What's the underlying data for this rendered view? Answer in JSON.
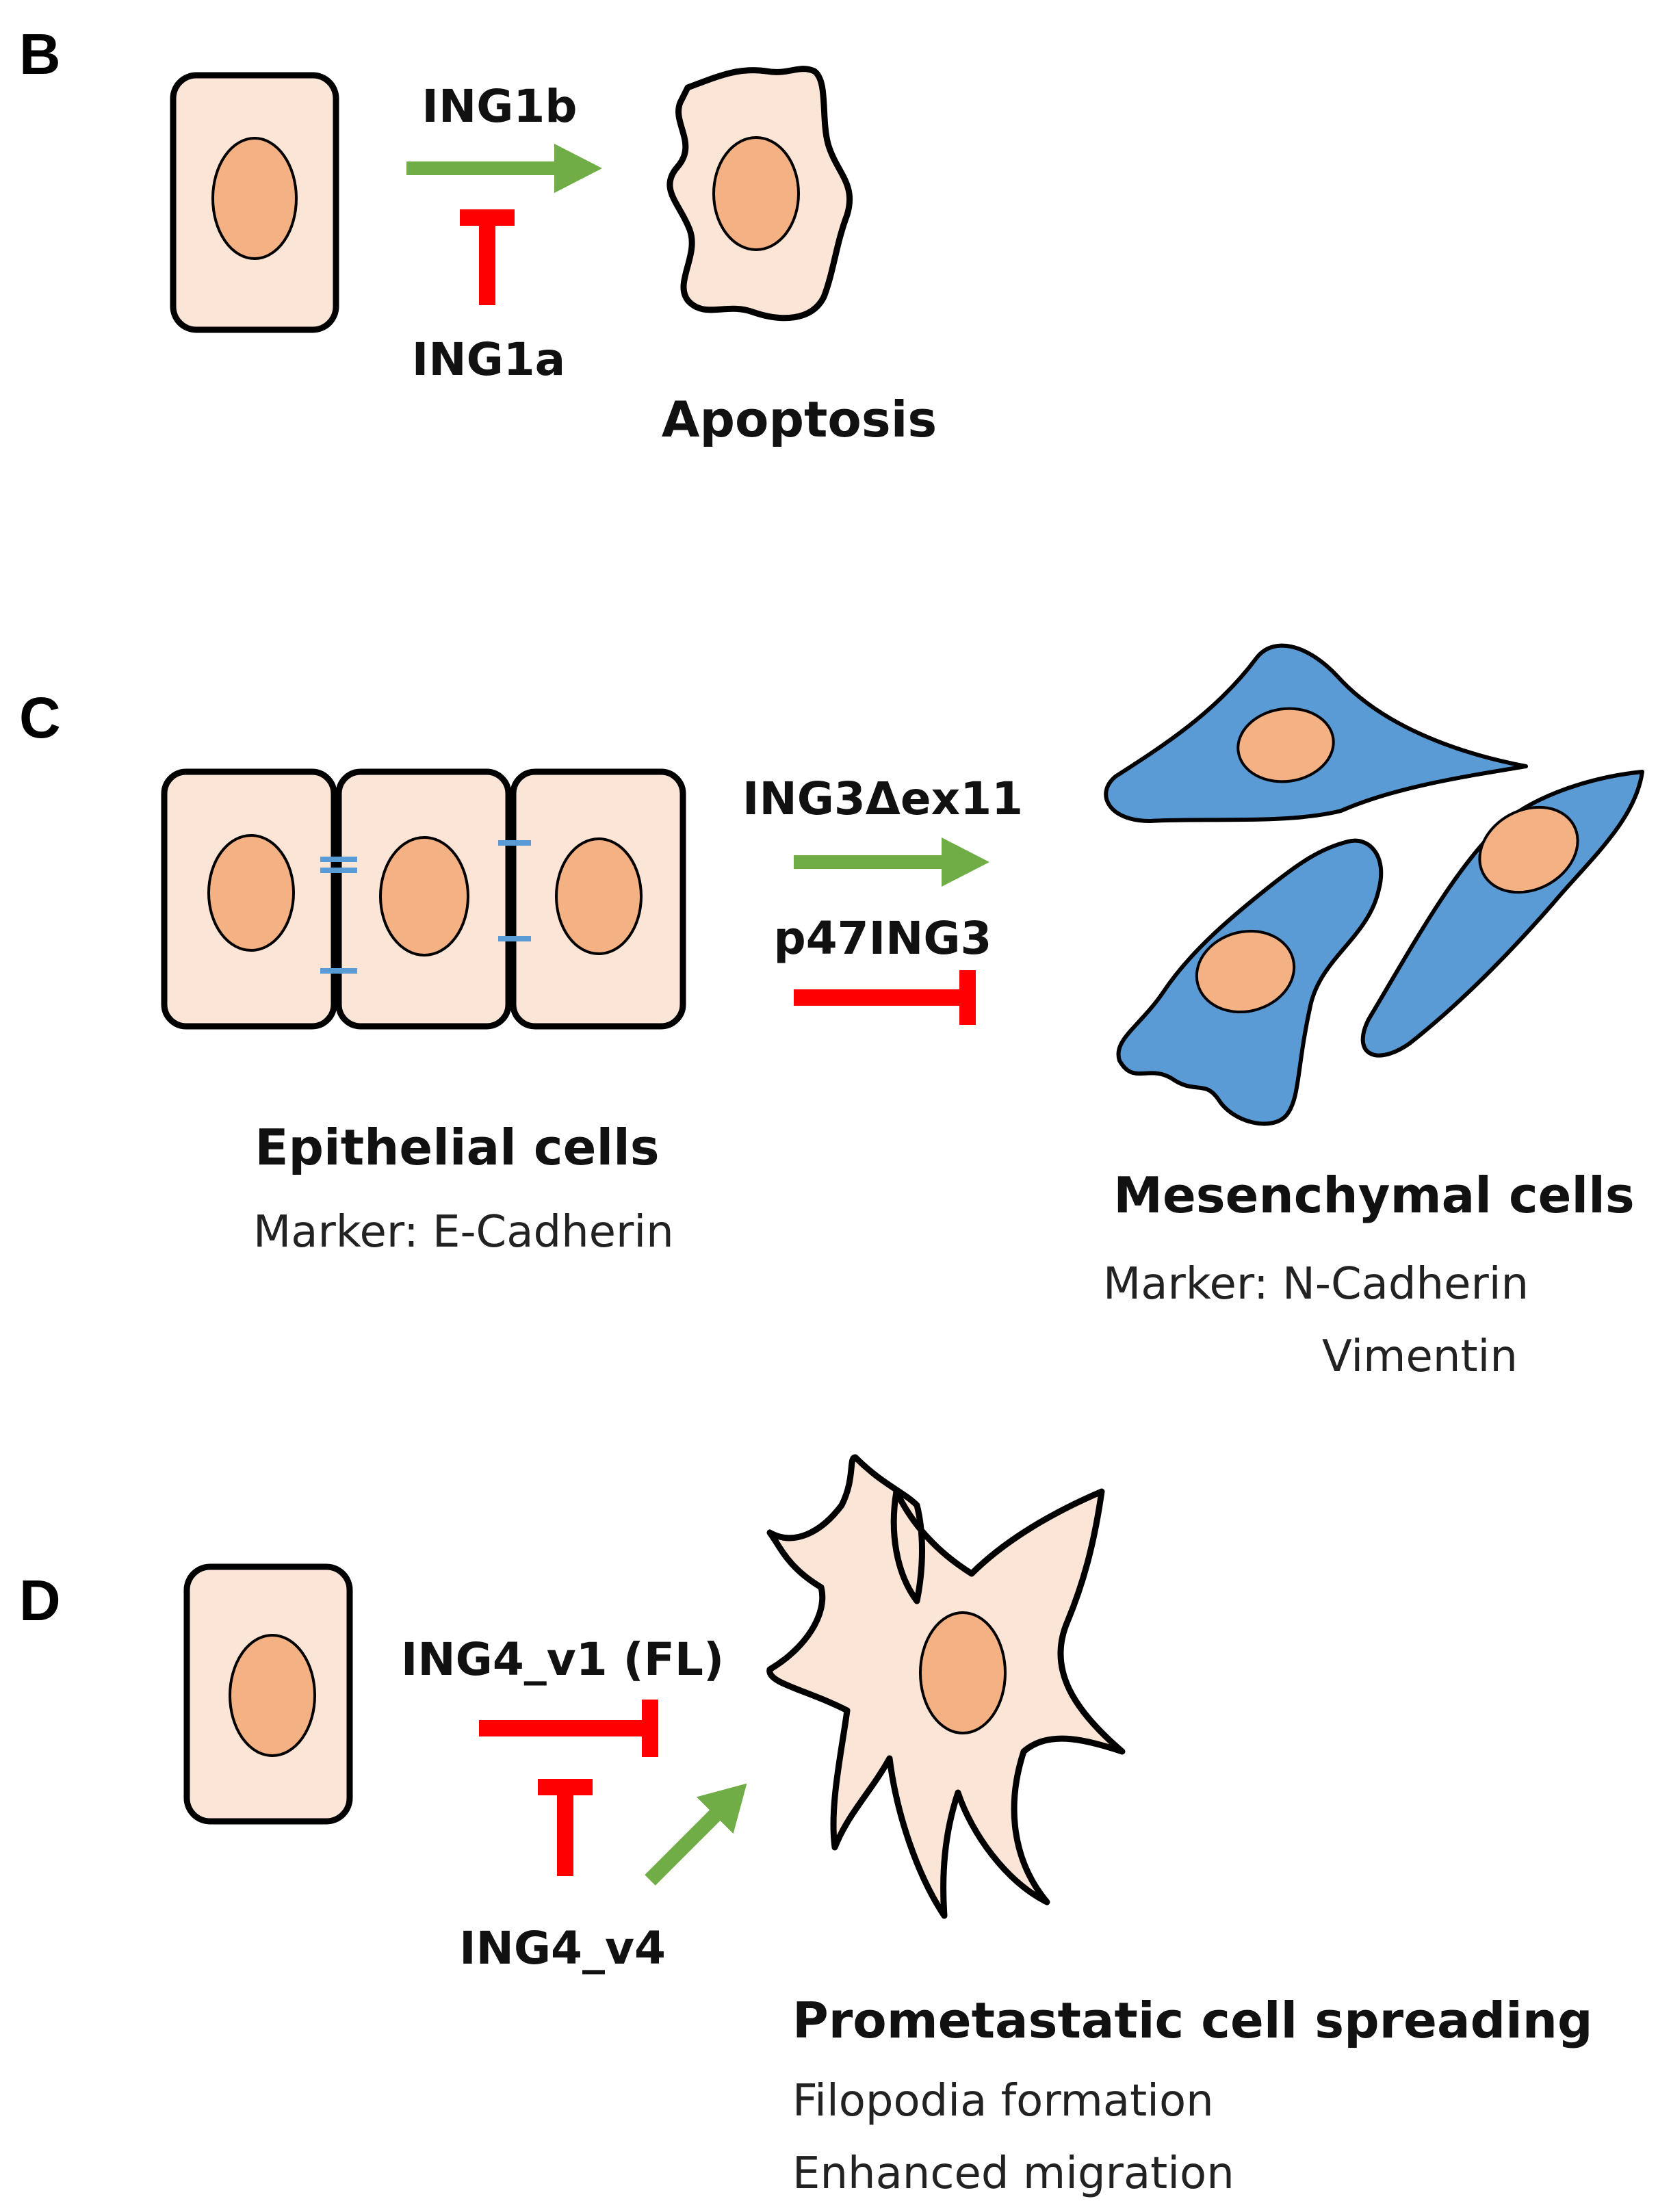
{
  "panels": {
    "B": {
      "letter": "B",
      "activator": "ING1b",
      "inhibitor": "ING1a",
      "outcome": "Apoptosis",
      "activate_color": "#70ad47",
      "inhibit_color": "#ff0000"
    },
    "C": {
      "letter": "C",
      "activator": "ING3Δex11",
      "inhibitor": "p47ING3",
      "source_title": "Epithelial cells",
      "source_marker": "Marker: E-Cadherin",
      "target_title": "Mesenchymal cells",
      "target_marker_1": "Marker: N-Cadherin",
      "target_marker_2": "Vimentin",
      "mesenchymal_color": "#5b9bd5"
    },
    "D": {
      "letter": "D",
      "inhibitor": "ING4_v1 (FL)",
      "activator": "ING4_v4",
      "outcome_title": "Prometastatic cell spreading",
      "outcome_line_1": "Filopodia formation",
      "outcome_line_2": "Enhanced migration"
    }
  },
  "colors": {
    "cell_fill": "#fbe5d6",
    "nucleus_fill": "#f4b183"
  }
}
